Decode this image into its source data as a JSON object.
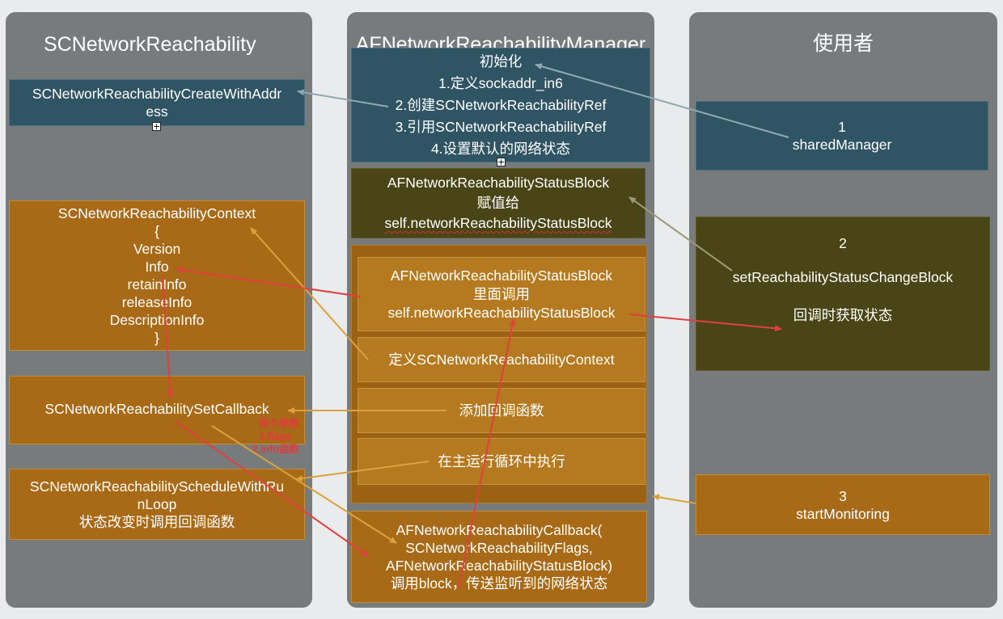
{
  "columns": {
    "left_title": "SCNetworkReachability",
    "middle_title": "AFNetworkReachabilityManager",
    "right_title": "使用者"
  },
  "left": {
    "create": {
      "line1": "SCNetworkReachabilityCreateWithAddr",
      "line2": "ess"
    },
    "context": {
      "lines": [
        "SCNetworkReachabilityContext",
        "{",
        "Version",
        "Info",
        "retainInfo",
        "releaseInfo",
        "DescriptionInfo",
        "}"
      ]
    },
    "set_callback": "SCNetworkReachabilitySetCallback",
    "callback_note": [
      "两个参数",
      "1.flags",
      "2.info函数"
    ],
    "schedule": {
      "line1": "SCNetworkReachabilityScheduleWithRu",
      "line2": "nLoop",
      "line3": "状态改变时调用回调函数"
    }
  },
  "middle": {
    "init": [
      "初始化",
      "1.定义sockaddr_in6",
      "2.创建SCNetworkReachabilityRef",
      "3.引用SCNetworkReachabilityRef",
      "4.设置默认的网络状态"
    ],
    "status_block": [
      "AFNetworkReachabilityStatusBlock",
      "赋值给",
      "self.networkReachabilityStatusBlock"
    ],
    "monitor": {
      "inner_block": [
        "AFNetworkReachabilityStatusBlock",
        "里面调用",
        "self.networkReachabilityStatusBlock"
      ],
      "define_context": "定义SCNetworkReachabilityContext",
      "add_callback": "添加回调函数",
      "run_loop": "在主运行循环中执行"
    },
    "callback": [
      "AFNetworkReachabilityCallback(",
      "SCNetworkReachabilityFlags,",
      "AFNetworkReachabilityStatusBlock)",
      "调用block，传送监听到的网络状态"
    ]
  },
  "right": {
    "shared": {
      "num": "1",
      "label": "sharedManager"
    },
    "set_block": {
      "num": "2",
      "label": "setReachabilityStatusChangeBlock",
      "result": "回调时获取状态"
    },
    "start": {
      "num": "3",
      "label": "startMonitoring"
    }
  },
  "colors": {
    "column_bg": "#777b7c",
    "teal": "#2f5463",
    "orange": "#a86a17",
    "olive": "#4a4517",
    "arrow_red": "#e0403f",
    "arrow_gold": "#d9a23c",
    "arrow_slate": "#7f9aa3",
    "arrow_gray": "#8a8a6a"
  }
}
